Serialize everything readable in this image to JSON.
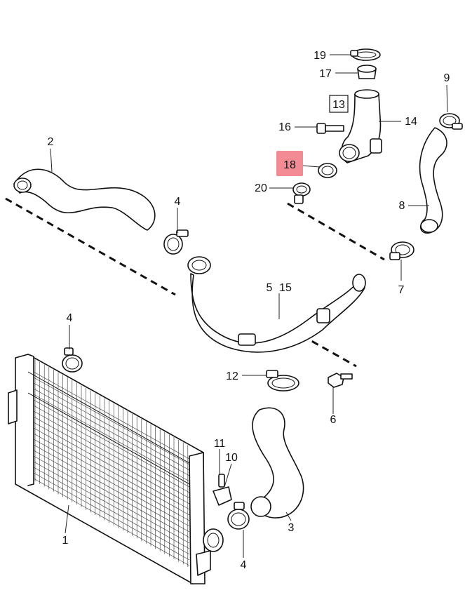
{
  "diagram": {
    "highlight_color": "#f28b94",
    "callouts": [
      {
        "id": "c2",
        "text": "2"
      },
      {
        "id": "c4a",
        "text": "4"
      },
      {
        "id": "c19",
        "text": "19"
      },
      {
        "id": "c17",
        "text": "17"
      },
      {
        "id": "c13",
        "text": "13"
      },
      {
        "id": "c16",
        "text": "16"
      },
      {
        "id": "c14",
        "text": "14"
      },
      {
        "id": "c9",
        "text": "9"
      },
      {
        "id": "c18",
        "text": "18"
      },
      {
        "id": "c20",
        "text": "20"
      },
      {
        "id": "c8",
        "text": "8"
      },
      {
        "id": "c5",
        "text": "5"
      },
      {
        "id": "c15",
        "text": "15"
      },
      {
        "id": "c7",
        "text": "7"
      },
      {
        "id": "c4b",
        "text": "4"
      },
      {
        "id": "c12",
        "text": "12"
      },
      {
        "id": "c6",
        "text": "6"
      },
      {
        "id": "c11",
        "text": "11"
      },
      {
        "id": "c10",
        "text": "10"
      },
      {
        "id": "c3",
        "text": "3"
      },
      {
        "id": "c1",
        "text": "1"
      },
      {
        "id": "c4c",
        "text": "4"
      }
    ]
  }
}
